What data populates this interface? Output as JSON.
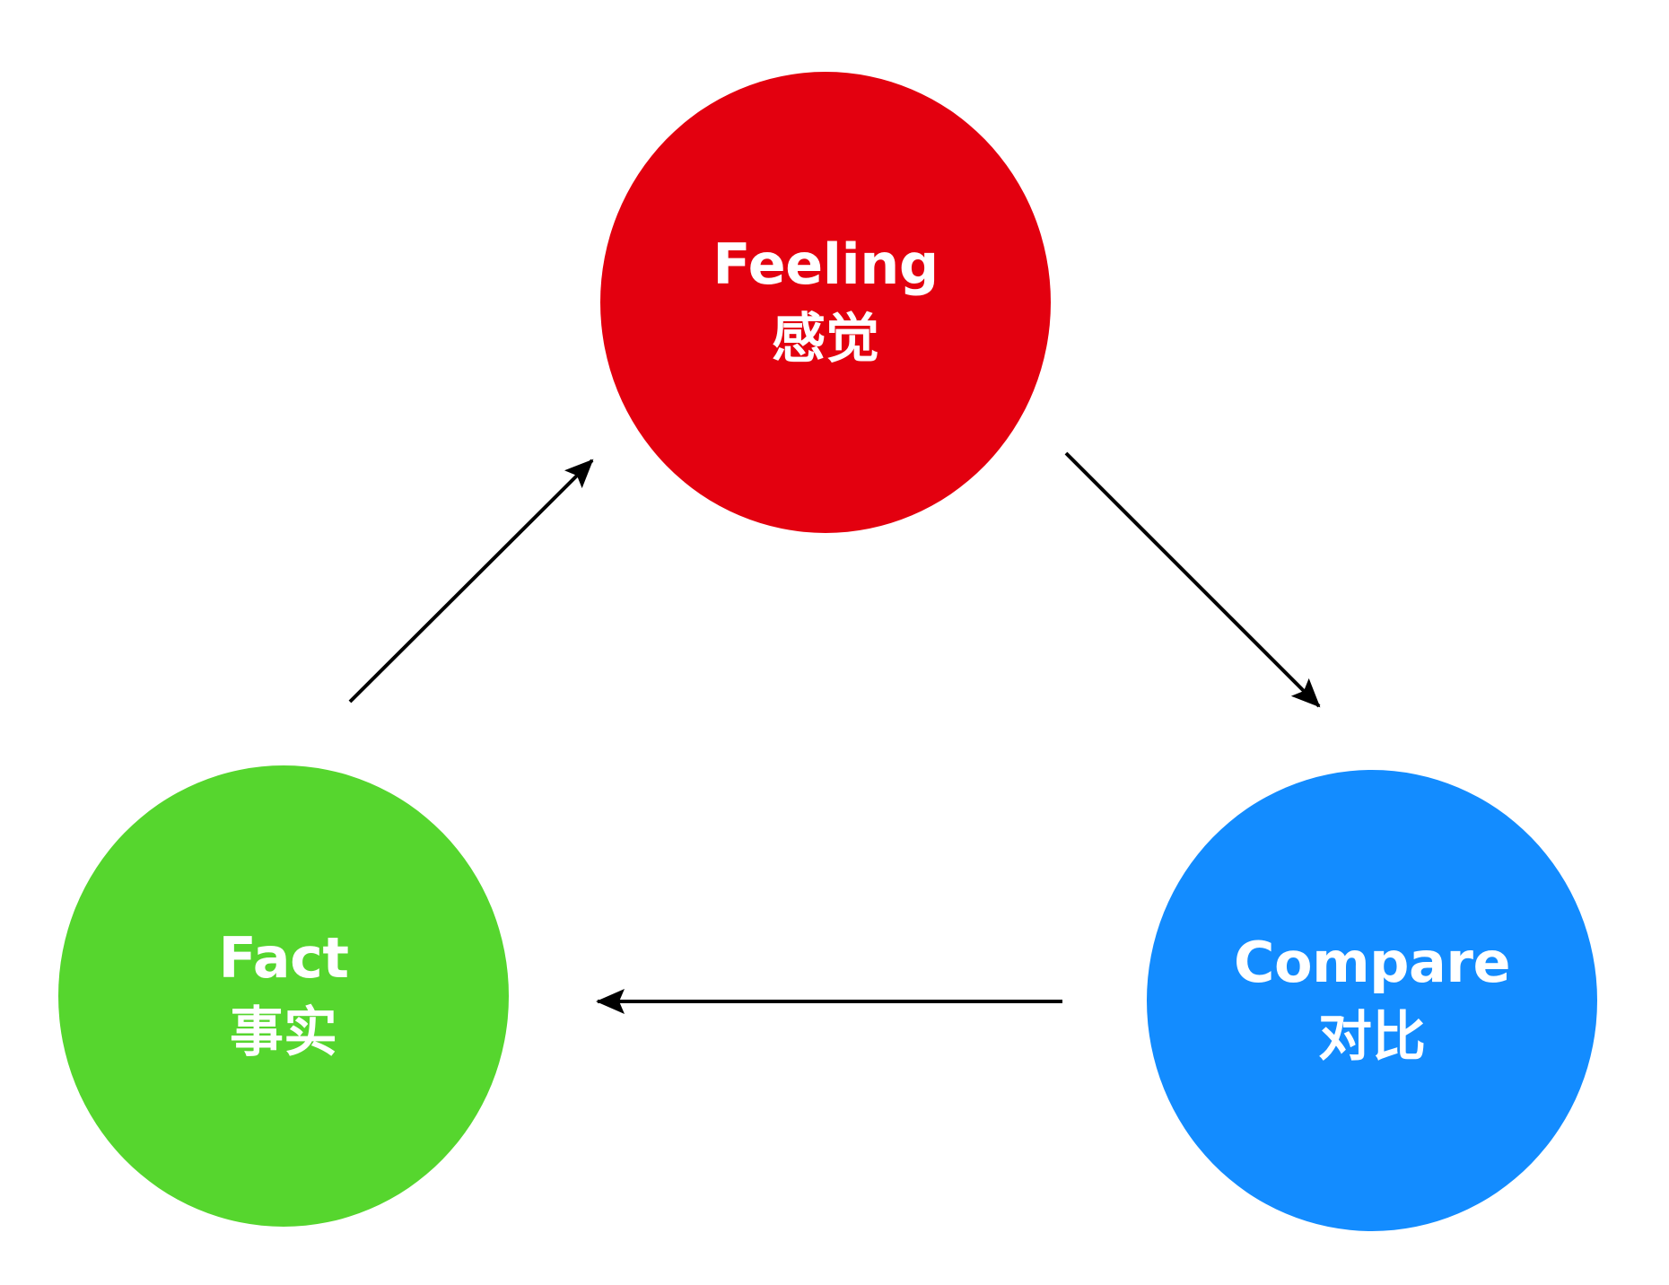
{
  "colors": {
    "feeling": "#e3000f",
    "fact": "#56d62e",
    "compare": "#138cff",
    "arrow": "#000000",
    "text": "#ffffff",
    "background": "#ffffff"
  },
  "nodes": {
    "feeling": {
      "label_en": "Feeling",
      "label_zh": "感觉"
    },
    "fact": {
      "label_en": "Fact",
      "label_zh": "事实"
    },
    "compare": {
      "label_en": "Compare",
      "label_zh": "对比"
    }
  },
  "edges": [
    {
      "from": "fact",
      "to": "feeling"
    },
    {
      "from": "feeling",
      "to": "compare"
    },
    {
      "from": "compare",
      "to": "fact"
    }
  ]
}
